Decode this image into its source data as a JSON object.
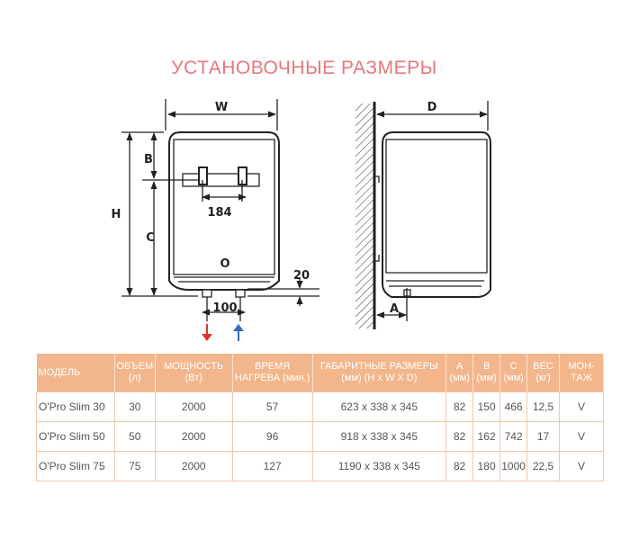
{
  "title": "УСТАНОВОЧНЫЕ РАЗМЕРЫ",
  "diagram": {
    "front_labels": {
      "W": "W",
      "H": "H",
      "B": "B",
      "C": "C",
      "bracket_spacing": "184",
      "pipe_spacing": "100",
      "bottom_offset": "20",
      "indicator": "O"
    },
    "side_labels": {
      "D": "D",
      "A": "A"
    },
    "colors": {
      "hot_outlet": "#e0332b",
      "cold_inlet": "#2f6fbf"
    }
  },
  "table": {
    "headers": [
      [
        "МОДЕЛЬ"
      ],
      [
        "ОБЪЕМ",
        "(л)"
      ],
      [
        "МОЩНОСТЬ",
        "(Вт)"
      ],
      [
        "ВРЕМЯ",
        "НАГРЕВА (мин.)"
      ],
      [
        "ГАБАРИТНЫЕ РАЗМЕРЫ",
        "(мм) (H x W X D)"
      ],
      [
        "A",
        "(мм)"
      ],
      [
        "B",
        "(мм)"
      ],
      [
        "C",
        "(мм)"
      ],
      [
        "ВЕС",
        "(кг)"
      ],
      [
        "МОН-",
        "ТАЖ"
      ]
    ],
    "rows": [
      [
        "O'Pro Slim 30",
        "30",
        "2000",
        "57",
        "623 x 338 x 345",
        "82",
        "150",
        "466",
        "12,5",
        "V"
      ],
      [
        "O'Pro Slim 50",
        "50",
        "2000",
        "96",
        "918 x 338 x 345",
        "82",
        "162",
        "742",
        "17",
        "V"
      ],
      [
        "O'Pro Slim 75",
        "75",
        "2000",
        "127",
        "1190 x 338 x 345",
        "82",
        "180",
        "1000",
        "22,5",
        "V"
      ]
    ]
  }
}
